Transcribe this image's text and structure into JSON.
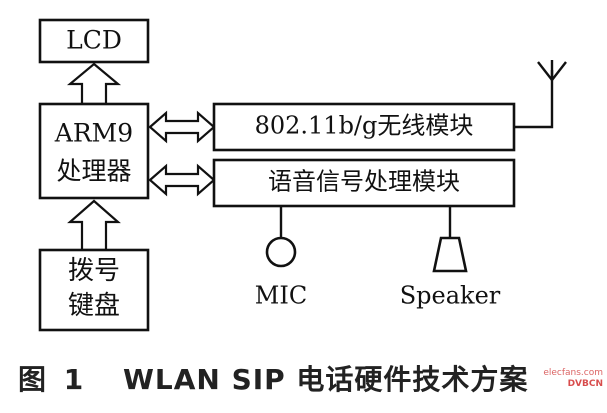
{
  "diagram": {
    "blocks": {
      "lcd": "LCD",
      "arm9_line1": "ARM9",
      "arm9_line2": "处理器",
      "keypad_line1": "拨号",
      "keypad_line2": "键盘",
      "wireless": "802.11b/g无线模块",
      "audio": "语音信号处理模块"
    },
    "io_labels": {
      "mic": "MIC",
      "speaker": "Speaker"
    }
  },
  "caption": {
    "figure": "图",
    "number": "1",
    "title": "WLAN SIP 电话硬件技术方案"
  },
  "watermark": {
    "brand": "DVBCN",
    "site": "elecfans.com"
  },
  "colors": {
    "line": "#111111",
    "watermark": "#cc1111"
  }
}
